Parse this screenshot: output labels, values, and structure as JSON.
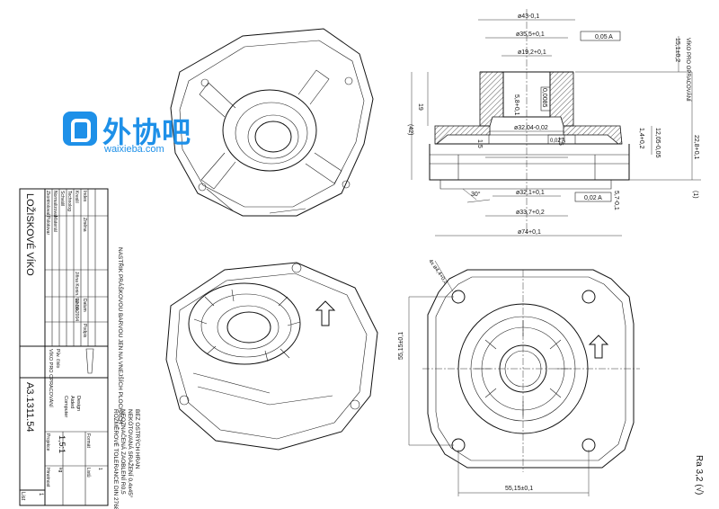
{
  "watermark": {
    "brand_cn": "外协吧",
    "brand_en": "waixieba.com"
  },
  "title_block": {
    "part_title": "LOŽISKOVÉ VÍKO",
    "drawing_number": "A3.1311.54",
    "scale": "1,5:1",
    "material_labels": [
      "Polotovar",
      "Materiál"
    ],
    "index_label": "Index",
    "change_label": "Změna",
    "date_label": "Datum",
    "signature_label": "Podpis",
    "row_labels": [
      "Zkontroloval",
      "Normalizoval",
      "Schválil",
      "Technolog",
      "Kreslil"
    ],
    "name_value": "Jiřina Konin. Varček",
    "date_value": "12.03.2004",
    "project_label": "VÍKO PRO OPRACOVÁNÍ",
    "prev_label": "Pův. číslo",
    "company_lines": [
      "Computer",
      "Aided",
      "Design"
    ],
    "projection_label": "Projekce",
    "format_label": "Formát",
    "sheet_label": "Listů",
    "sheet_value": "1",
    "sheet_no_label": "List",
    "sheet_no_value": "1",
    "weight_label": "Hmotnost",
    "weight_unit": "kg"
  },
  "general_notes": {
    "surface_note": "NASTŘIK PRÁŠKOVOU BARVOU JEN NA VNEJŠÍCH PLOCHÁCH",
    "edge_notes": [
      "BEZ OSTRÝCH HRAN",
      "NEKÓTOVANÁ SRAŽENÍ 0,4x45°",
      "NEOZNAČENÁ ZAOBLENÍ R0,5",
      "ROZMĚROVÉ TOLERANCE DIN 2768-mH"
    ],
    "roughness_note": "Ra 3,2 (√)"
  },
  "section_view": {
    "dimensions": [
      "ø43-0,1",
      "ø35,5+0,1",
      "ø19,2+0,1",
      "ø32,04-0,02",
      "ø32,1+0,1",
      "ø33,7+0,2",
      "ø74+0,1",
      "19",
      "(42)",
      "5,8+0,1",
      "1,5",
      "1,5",
      "1,4+0,2",
      "12,05-0,05",
      "5,7-0,1",
      "22,8+0,1",
      "(1)",
      "30°",
      "15,1±0,2"
    ],
    "tolerances": [
      "0,05 A",
      "0,0085",
      "0,02 A",
      "0,02 A"
    ],
    "notes": [
      "VÍKO PRO OPRACOVÁNÍ"
    ]
  },
  "plan_view": {
    "dimensions": [
      "55,15±0,1",
      "55,15±0,1",
      "4x ø4,4+0,2"
    ]
  }
}
